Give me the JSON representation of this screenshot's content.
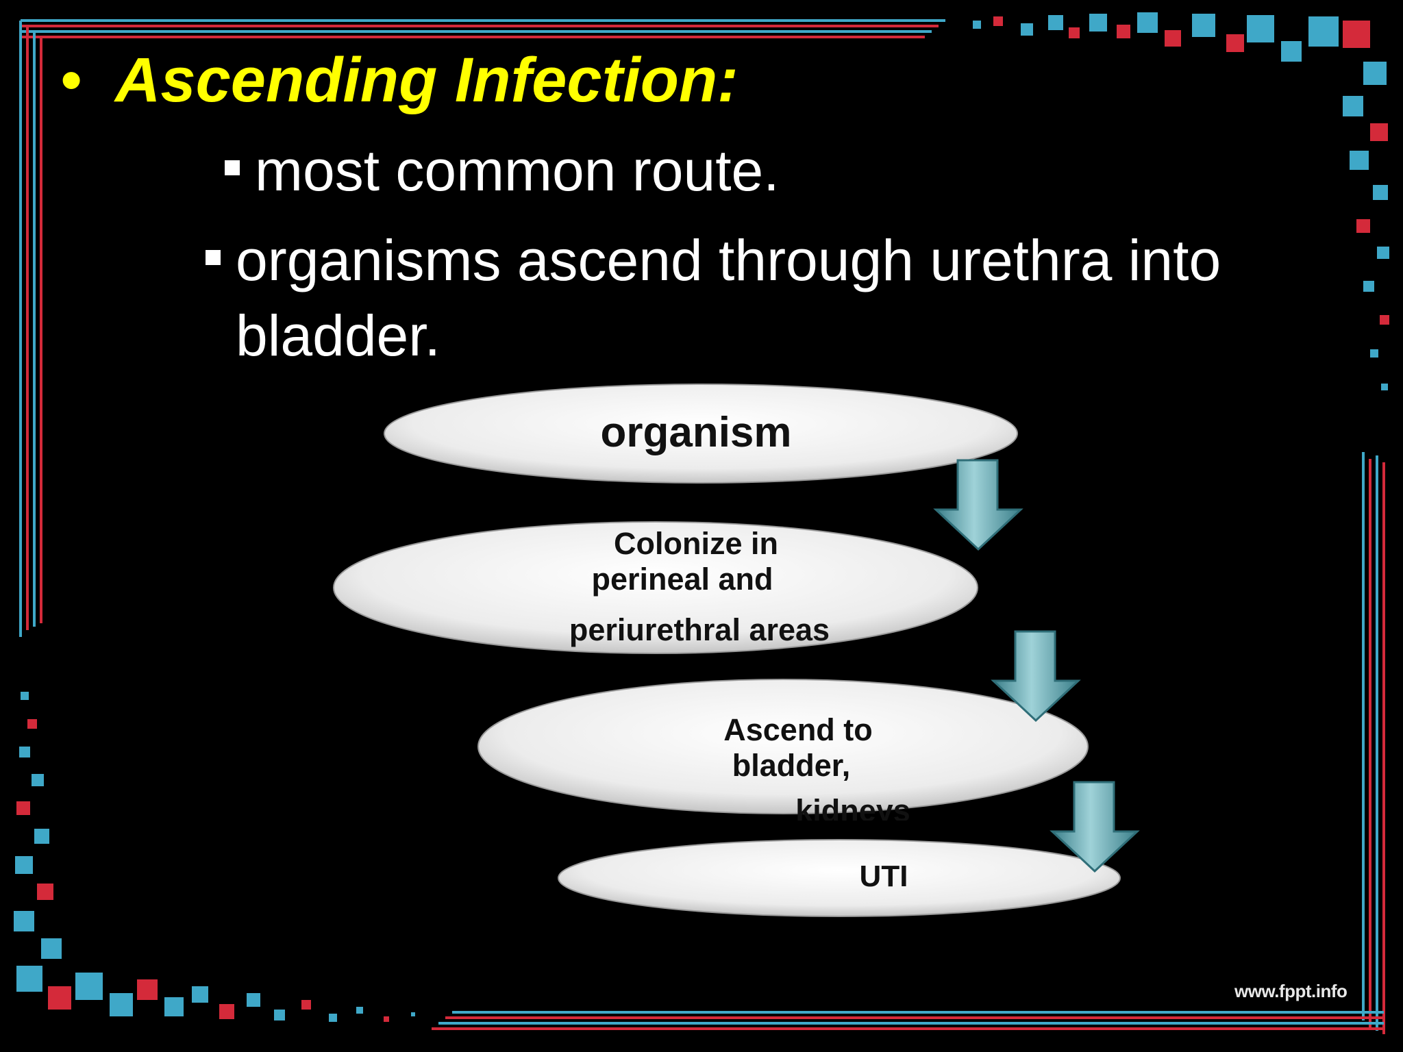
{
  "slide": {
    "heading": "Ascending Infection:",
    "heading_bullet": "•",
    "bullets": [
      " most common route.",
      "organisms ascend through urethra into bladder."
    ]
  },
  "flow": {
    "nodes": [
      {
        "label_lines": [
          "organism"
        ]
      },
      {
        "label_lines": [
          "Colonize in",
          "perineal and",
          "periurethral areas"
        ]
      },
      {
        "label_lines": [
          "Ascend to",
          "bladder,",
          "kidneys"
        ]
      },
      {
        "label_lines": [
          "UTI"
        ]
      }
    ]
  },
  "footer": {
    "watermark": "www.fppt.info"
  },
  "colors": {
    "heading": "#ffff00",
    "text": "#ffffff",
    "frame_red": "#d42a3a",
    "frame_blue": "#3fa8c8",
    "arrow_teal": "#4f9aa5",
    "oval": "#f2f2f2"
  }
}
